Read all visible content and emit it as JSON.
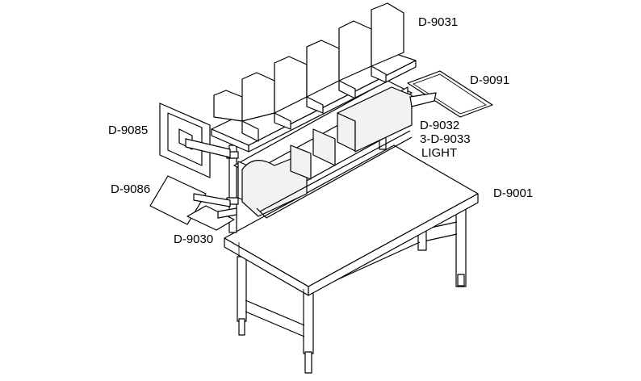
{
  "labels": {
    "upper_shelf": "D-9031",
    "side_tray": "D-9091",
    "monitor_mount": "D-9085",
    "bin_shelf": "D-9032",
    "light_part": "3-D-9033",
    "light_word": "LIGHT",
    "keyboard_tray": "D-9086",
    "bench": "D-9001",
    "mouse_tray": "D-9030"
  }
}
